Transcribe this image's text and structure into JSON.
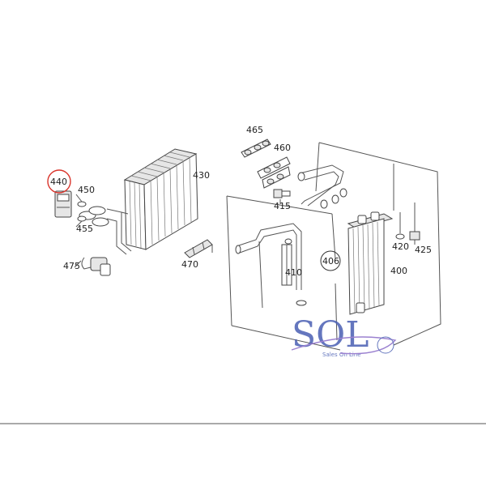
{
  "diagram": {
    "parts": {
      "p465": "465",
      "p460": "460",
      "p430": "430",
      "p440": "440",
      "p450": "450",
      "p455": "455",
      "p415": "415",
      "p470": "470",
      "p475": "475",
      "p410": "410",
      "p406": "406",
      "p400": "400",
      "p420": "420",
      "p425": "425"
    }
  },
  "watermark": {
    "logo": "SOL",
    "tagline": "Sales On Line"
  },
  "colors": {
    "highlight_circle": "#d9342b",
    "watermark_blue": "#4a5fb3",
    "watermark_purple": "#8a6cc8",
    "line": "#555555"
  }
}
